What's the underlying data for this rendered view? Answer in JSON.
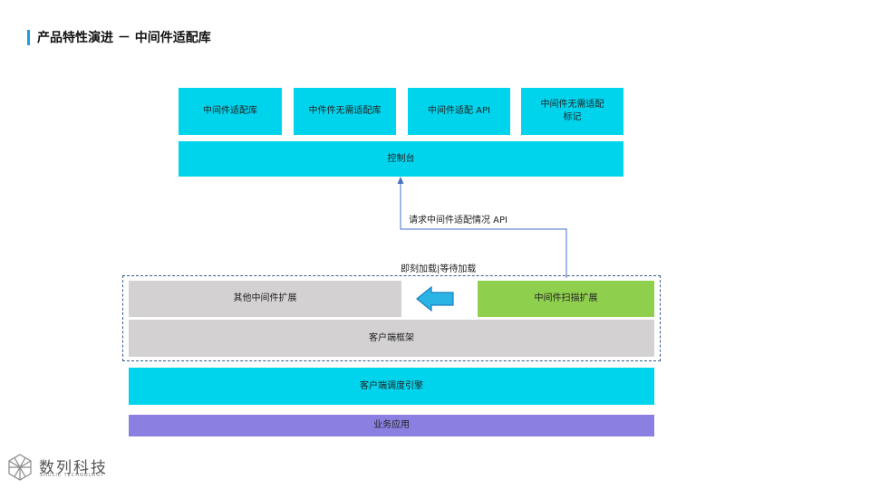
{
  "header": {
    "title": "产品特性演进 － 中间件适配库"
  },
  "top_row": [
    "中间件适配库",
    "中件件无需适配库",
    "中间件适配 API",
    "中间件无需适配\n标记"
  ],
  "console": "控制台",
  "request_label": "请求中间件适配情况 API",
  "load_label": "即刻加载|等待加载",
  "other_ext": "其他中间件扩展",
  "scan_ext": "中间件扫描扩展",
  "client_framework": "客户端框架",
  "scheduler": "客户端调度引擎",
  "business": "业务应用",
  "logo": {
    "cn": "数列科技",
    "en": "SHULIE TECHNOLOGY"
  },
  "colors": {
    "cyan": "#00d4ec",
    "gray": "#d3d1d1",
    "green": "#8fcf4e",
    "purple": "#8b80e2",
    "arrow": "#4472c4",
    "title_accent": "#1e9de0"
  }
}
